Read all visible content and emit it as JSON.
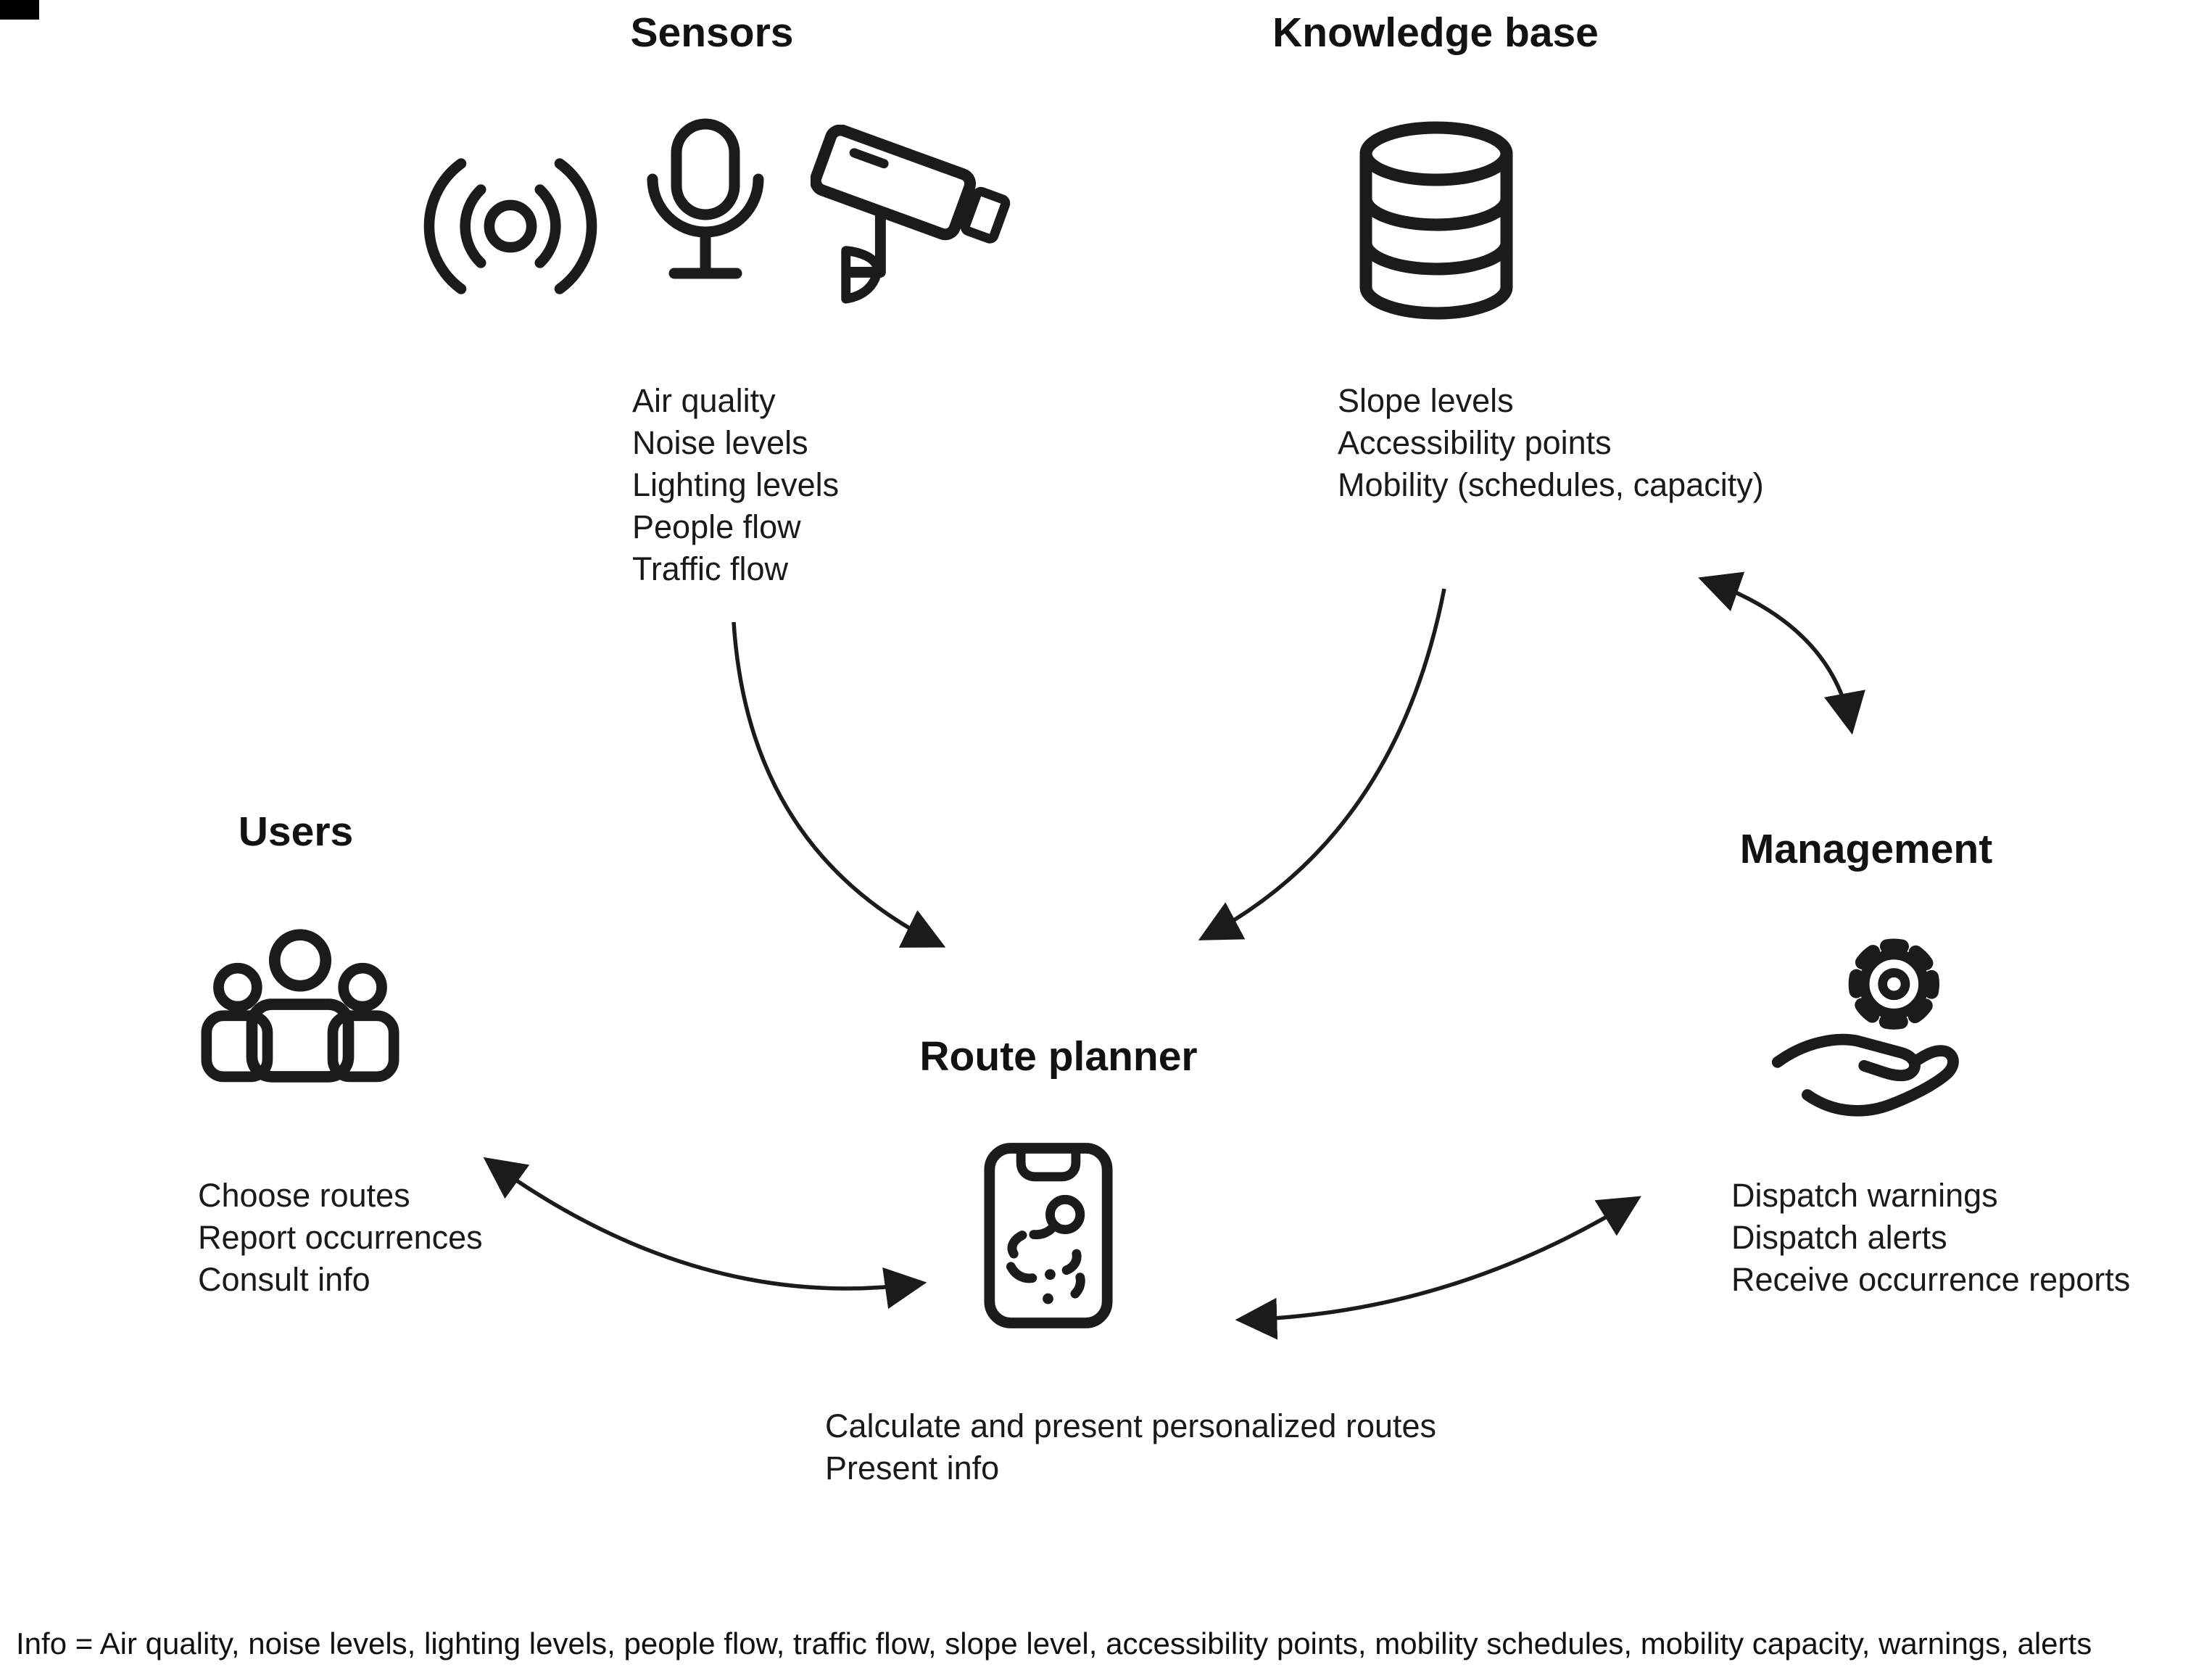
{
  "colors": {
    "ink": "#1b1b1b",
    "background": "#ffffff"
  },
  "sections": {
    "sensors": {
      "title": "Sensors",
      "icons": [
        "signal-icon",
        "microphone-icon",
        "cctv-camera-icon"
      ],
      "items": [
        "Air quality",
        "Noise levels",
        "Lighting levels",
        "People flow",
        "Traffic flow"
      ]
    },
    "knowledge_base": {
      "title": "Knowledge base",
      "icons": [
        "database-icon"
      ],
      "items": [
        "Slope levels",
        "Accessibility points",
        "Mobility (schedules, capacity)"
      ]
    },
    "users": {
      "title": "Users",
      "icons": [
        "people-group-icon"
      ],
      "items": [
        "Choose routes",
        "Report occurrences",
        "Consult info"
      ]
    },
    "route_planner": {
      "title": "Route planner",
      "icons": [
        "phone-route-icon"
      ],
      "items": [
        "Calculate and present personalized routes",
        "Present info"
      ]
    },
    "management": {
      "title": "Management",
      "icons": [
        "hand-gear-icon"
      ],
      "items": [
        "Dispatch warnings",
        "Dispatch alerts",
        "Receive occurrence reports"
      ]
    }
  },
  "connections": [
    {
      "from": "sensors",
      "to": "route_planner",
      "type": "one-way"
    },
    {
      "from": "knowledge_base",
      "to": "route_planner",
      "type": "one-way"
    },
    {
      "from": "users",
      "to": "route_planner",
      "type": "two-way"
    },
    {
      "from": "route_planner",
      "to": "management",
      "type": "two-way"
    },
    {
      "from": "knowledge_base",
      "to": "management",
      "type": "two-way"
    }
  ],
  "footnote": "Info = Air quality, noise levels, lighting levels, people flow, traffic flow, slope level, accessibility points, mobility schedules, mobility capacity, warnings, alerts"
}
